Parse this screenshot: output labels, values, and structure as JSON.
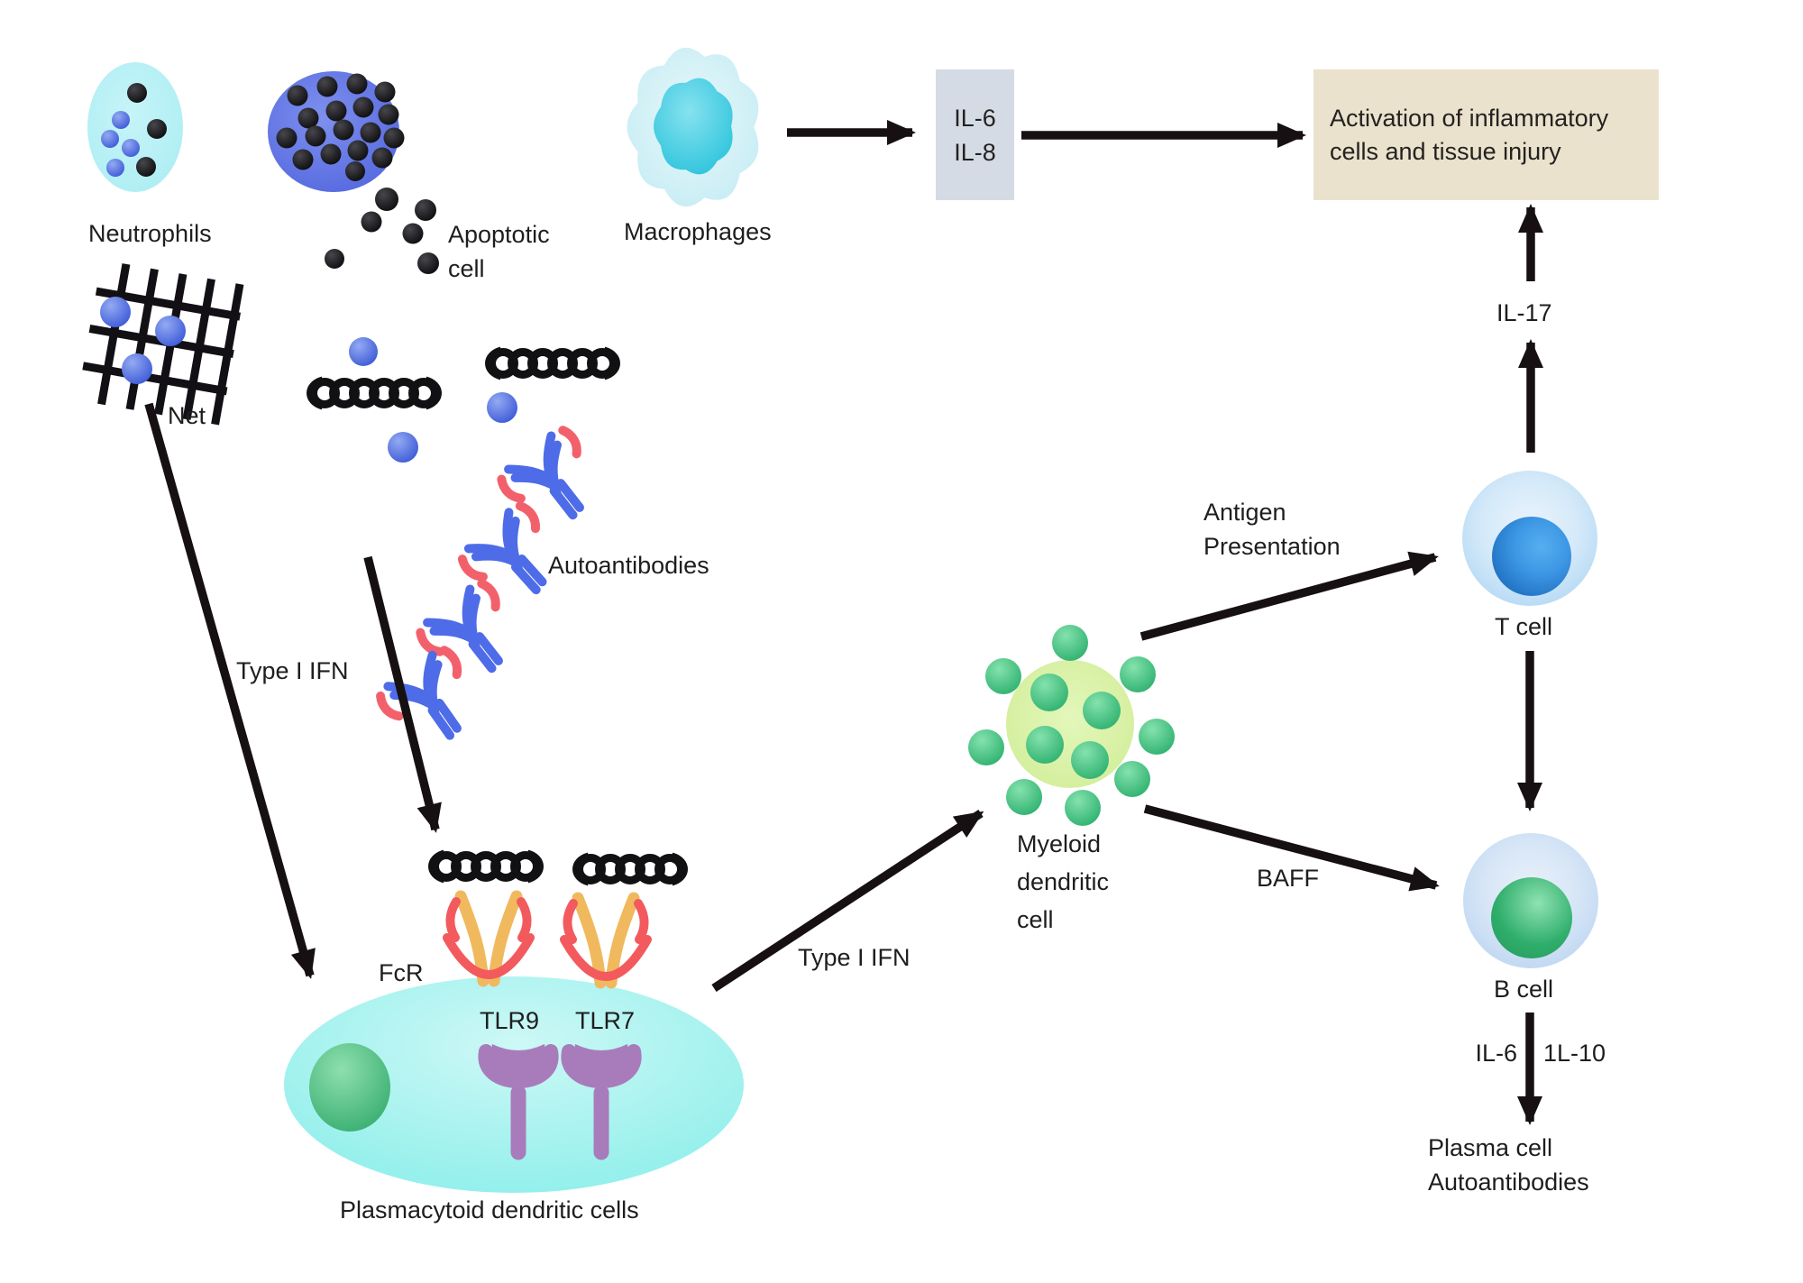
{
  "labels": {
    "neutrophils": "Neutrophils",
    "apoptotic_cell": "Apoptotic\ncell",
    "macrophages": "Macrophages",
    "net": "Net",
    "type_i_ifn_left": "Type I IFN",
    "autoantibodies": "Autoantibodies",
    "fcr": "FcR",
    "tlr9": "TLR9",
    "tlr7": "TLR7",
    "plasmacytoid_dendritic_cells": "Plasmacytoid dendritic cells",
    "type_i_ifn_pdc": "Type I IFN",
    "myeloid_dendritic_cell": "Myeloid\ndendritic\ncell",
    "antigen_presentation": "Antigen\nPresentation",
    "baff": "BAFF",
    "t_cell": "T cell",
    "il17": "IL-17",
    "b_cell": "B cell",
    "il6_arrow": "IL-6",
    "il10_arrow": "1L-10",
    "plasma_cell": "Plasma cell\nAutoantibodies"
  },
  "boxes": {
    "cytokines": {
      "text": "IL-6\nIL-8",
      "bg": "#d5dbe5"
    },
    "activation": {
      "text": "Activation of inflammatory\ncells and tissue injury",
      "bg": "#eae2cd"
    }
  },
  "icons": {
    "neutrophil-cell-icon": "pale cyan ellipse with black and blue granules",
    "apoptotic-cell-icon": "periwinkle blue ellipse shedding black fragments",
    "macrophage-icon": "wavy light-cyan blob with teal nucleus",
    "net-icon": "black lattice grid with blue spheres",
    "dna-strand-icon": "black chain of interlocked rings",
    "antigen-sphere-icon": "blue sphere",
    "autoantibody-icon": "blue Y antibody with red tips",
    "fcr-receptor-icon": "orange forked receptor with red cup",
    "tlr-receptor-icon": "purple goblet receptor",
    "pdc-cell-icon": "large cyan ellipse with green nucleus",
    "mdc-cell-icon": "lime circle studded with green spheres",
    "t-cell-icon": "light blue sphere with dark blue nucleus",
    "b-cell-icon": "light blue sphere with green nucleus",
    "arrow-icon": "black pathway arrow"
  },
  "colors": {
    "background": "#ffffff",
    "arrow": "#171013",
    "text": "#1f1d1e",
    "neutrophil_fill": "#abedf3",
    "apoptotic_fill": "#5b6fe2",
    "macrophage_outer": "#c9edf5",
    "macrophage_inner": "#25c2dc",
    "antigen_blue": "#3f5cd8",
    "dna_black": "#111113",
    "antibody_blue": "#4e6ce8",
    "antibody_red": "#f2616b",
    "fcr_orange": "#f0b95e",
    "fcr_red": "#f25a5e",
    "tlr_purple": "#a87cba",
    "pdc_fill": "#97f0ec",
    "pdc_nucleus": "#3bb273",
    "mdc_fill": "#d8f2a2",
    "mdc_sphere": "#2bb573",
    "t_cell_fill": "#c6e2f7",
    "t_cell_nucleus": "#1d6fc0",
    "b_cell_fill": "#c9dcf4",
    "b_cell_nucleus": "#39b175",
    "cytokine_box_bg": "#d5dbe5",
    "activation_box_bg": "#eae2cd"
  }
}
